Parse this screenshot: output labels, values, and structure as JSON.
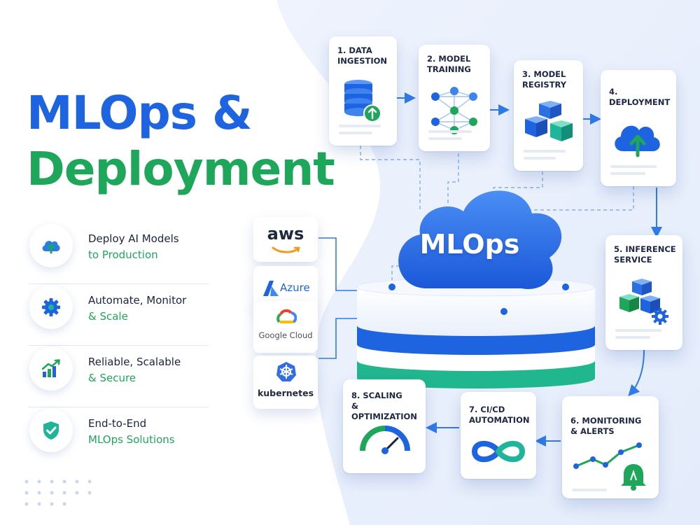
{
  "hero": {
    "title_line1": "MLOps &",
    "title_line2": "Deployment"
  },
  "features": [
    {
      "line1": "Deploy AI Models",
      "line2": "to Production",
      "icon": "cloud-upload-icon"
    },
    {
      "line1": "Automate, Monitor",
      "line2": "& Scale",
      "icon": "gear-icon"
    },
    {
      "line1": "Reliable, Scalable",
      "line2": "& Secure",
      "icon": "growth-chart-icon"
    },
    {
      "line1": "End-to-End",
      "line2": "MLOps Solutions",
      "icon": "shield-check-icon"
    }
  ],
  "center": {
    "label": "MLOps"
  },
  "steps": [
    {
      "line1": "1. DATA",
      "line2": "INGESTION",
      "icon": "database-upload-icon"
    },
    {
      "line1": "2. MODEL",
      "line2": "TRAINING",
      "icon": "neural-network-icon"
    },
    {
      "line1": "3. MODEL",
      "line2": "REGISTRY",
      "icon": "cubes-icon"
    },
    {
      "line1": "4. DEPLOYMENT",
      "line2": "",
      "icon": "cloud-upload-icon"
    },
    {
      "line1": "5. INFERENCE",
      "line2": "SERVICE",
      "icon": "cubes-gear-icon"
    },
    {
      "line1": "6. MONITORING",
      "line2": "& ALERTS",
      "icon": "chart-bell-icon"
    },
    {
      "line1": "7. CI/CD",
      "line2": "AUTOMATION",
      "icon": "infinity-icon"
    },
    {
      "line1": "8. SCALING",
      "line2": "& OPTIMIZATION",
      "icon": "gauge-icon"
    }
  ],
  "providers": [
    {
      "label": "aws",
      "icon": "aws-logo"
    },
    {
      "label": "Azure",
      "icon": "azure-logo"
    },
    {
      "label": "Google Cloud",
      "icon": "google-cloud-logo"
    },
    {
      "label": "kubernetes",
      "icon": "kubernetes-logo"
    }
  ],
  "colors": {
    "blue": "#1e63e0",
    "green": "#1ea65a",
    "teal": "#1fb59a",
    "text_dark": "#1a2440",
    "line_blue": "#2f7be8"
  }
}
